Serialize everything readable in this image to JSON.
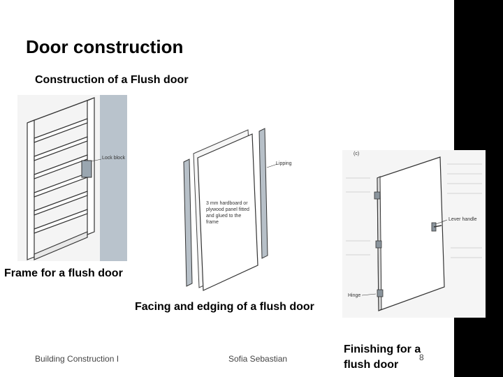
{
  "slide": {
    "title": "Door construction",
    "subtitle": "Construction of  a Flush door"
  },
  "figures": {
    "frame": {
      "caption": "Frame for a flush door",
      "label_lock_block": "Lock block"
    },
    "facing": {
      "caption": "Facing and edging of a flush door",
      "label_lipping": "Lipping",
      "label_hardboard": [
        "3 mm hardboard or",
        "plywood panel fitted",
        "and glued to the",
        "frame"
      ]
    },
    "finishing": {
      "caption_line1": "Finishing for a",
      "caption_line2": "flush door",
      "label_c": "(c)",
      "label_lever": "Lever handle",
      "label_hinge": "Hinge"
    }
  },
  "footer": {
    "left": "Building Construction I",
    "center": "Sofia Sebastian",
    "page": "8"
  },
  "colors": {
    "side_bar": "#000000",
    "background": "#ffffff"
  }
}
